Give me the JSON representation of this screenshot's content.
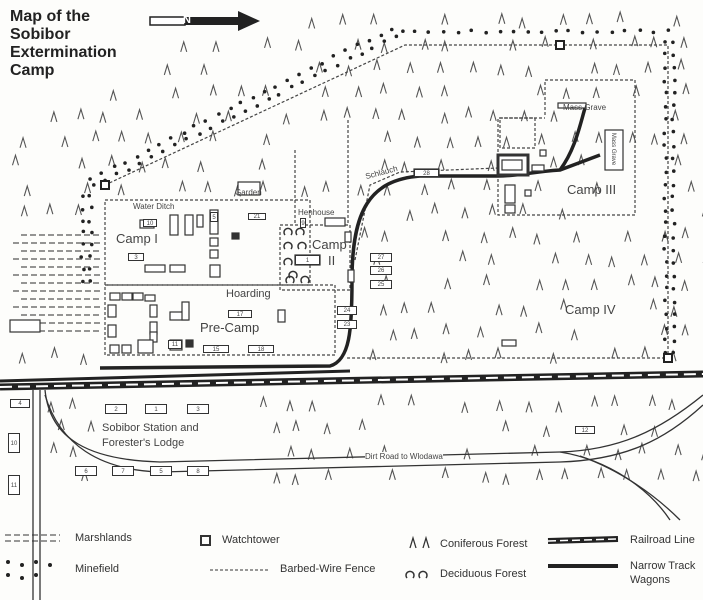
{
  "title": [
    "Map of the",
    "Sobibor",
    "Extermination",
    "Camp"
  ],
  "north_label": "N",
  "labels": {
    "water_ditch": "Water Ditch",
    "garden": "Garden",
    "henhouse": "Henhouse",
    "schlauch": "Schlauch",
    "camp1": "Camp I",
    "camp2a": "Camp",
    "camp2b": "II",
    "camp3": "Camp III",
    "camp4": "Camp IV",
    "hoarding": "Hoarding",
    "precamp": "Pre-Camp",
    "mass_grave": "Mass Grave",
    "mass_grave_v": "Mass Grave",
    "station1": "Sobibor Station and",
    "station2": "Forester's Lodge",
    "dirt_road": "Dirt Road to Wlodawa"
  },
  "buildings": {
    "b10": "10",
    "b3": "3",
    "b21": "21",
    "b5": "5",
    "b1": "1",
    "b17": "17",
    "b11": "11",
    "b15": "15",
    "b18": "18",
    "b24": "24",
    "b23": "23",
    "b27": "27",
    "b26": "26",
    "b25": "25",
    "b28": "28",
    "b9": "9",
    "s2": "2",
    "s1": "1",
    "s3": "3",
    "s4": "4",
    "s10": "10",
    "s11": "11",
    "s6": "6",
    "s7": "7",
    "s5": "5",
    "s8": "8",
    "s12": "12"
  },
  "legend": {
    "marshlands": "Marshlands",
    "watchtower": "Watchtower",
    "coniferous": "Coniferous Forest",
    "railroad": "Railroad Line",
    "minefield": "Minefield",
    "fence": "Barbed-Wire Fence",
    "deciduous": "Deciduous Forest",
    "narrow1": "Narrow Track",
    "narrow2": "Wagons"
  },
  "colors": {
    "ink": "#333333",
    "paper": "#fdfdfb"
  }
}
